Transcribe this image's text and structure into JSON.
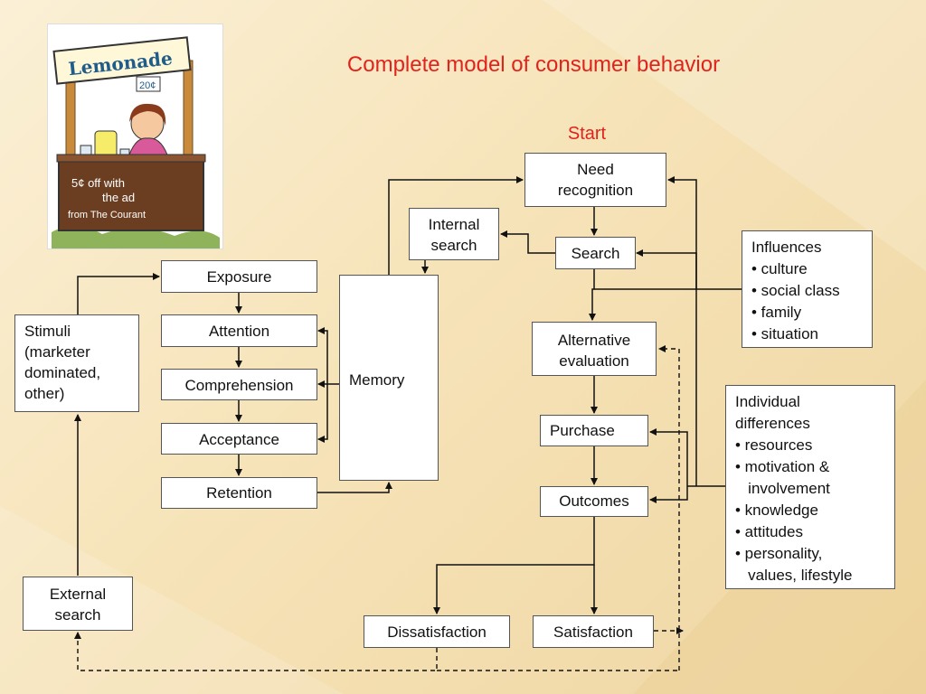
{
  "title": "Complete model of consumer behavior",
  "start_label": "Start",
  "nodes": {
    "need_recognition": "Need\nrecognition",
    "internal_search": "Internal\nsearch",
    "search": "Search",
    "alternative_evaluation": "Alternative\nevaluation",
    "purchase": "Purchase",
    "outcomes": "Outcomes",
    "dissatisfaction": "Dissatisfaction",
    "satisfaction": "Satisfaction",
    "exposure": "Exposure",
    "attention": "Attention",
    "comprehension": "Comprehension",
    "acceptance": "Acceptance",
    "retention": "Retention",
    "memory": "Memory",
    "stimuli": "Stimuli\n(marketer\ndominated,\nother)",
    "external_search": "External\nsearch"
  },
  "influences": {
    "heading": "Influences",
    "items": [
      "• culture",
      "• social class",
      "• family",
      "• situation"
    ]
  },
  "individual_differences": {
    "heading_line1": "Individual",
    "heading_line2": "differences",
    "items": [
      "• resources",
      "• motivation &",
      "   involvement",
      "• knowledge",
      "• attitudes",
      "• personality,",
      "   values, lifestyle"
    ]
  },
  "illustration": {
    "sign_text": "Lemonade",
    "price": "20¢",
    "counter_line1": "5¢ off with",
    "counter_line2": "the ad",
    "counter_line3": "from The Courant"
  },
  "colors": {
    "title": "#e0231c",
    "line": "#111111",
    "box_border": "#555555"
  }
}
